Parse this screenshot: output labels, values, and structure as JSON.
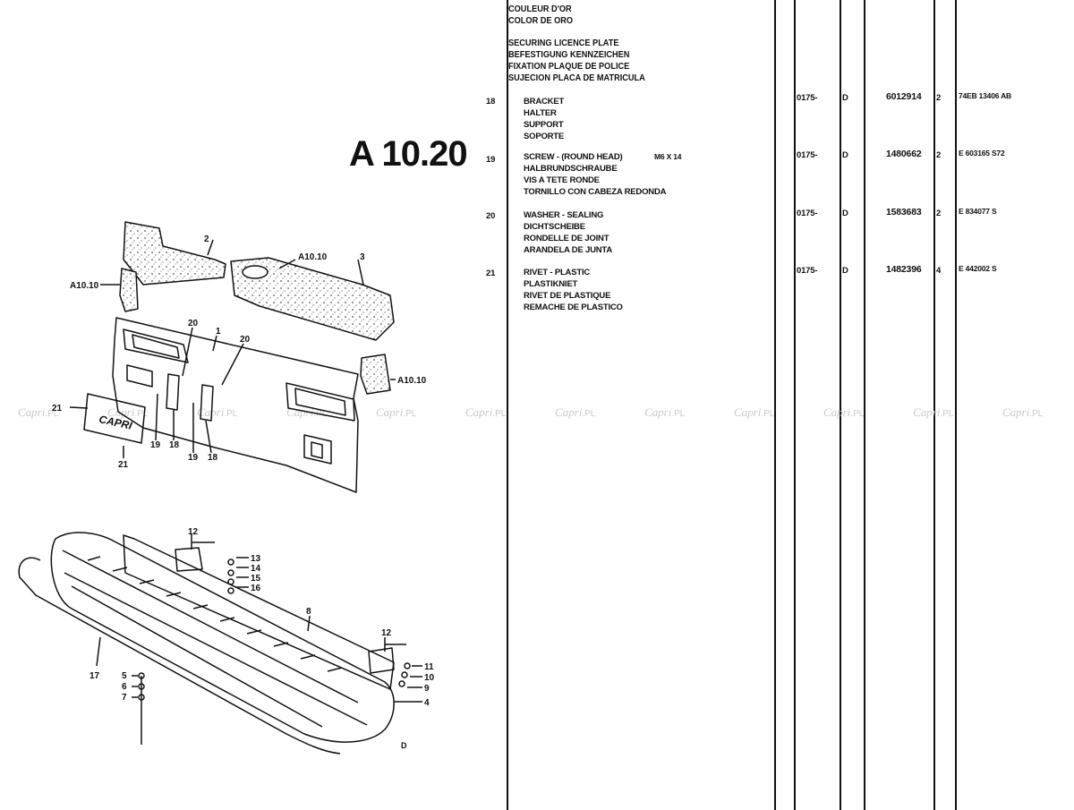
{
  "code": "A 10.20",
  "header_lines": [
    "COULEUR D'OR",
    "COLOR DE ORO"
  ],
  "section_lines": [
    "SECURING LICENCE PLATE",
    "BEFESTIGUNG KENNZEICHEN",
    "FIXATION PLAQUE DE POLICE",
    "SUJECION PLACA DE MATRICULA"
  ],
  "parts": [
    {
      "ref": "18",
      "names": [
        "BRACKET",
        "HALTER",
        "SUPPORT",
        "SOPORTE"
      ],
      "spec": "",
      "date": "0175-",
      "type": "D",
      "part_no": "6012914",
      "qty": "2",
      "eng_no": "74EB 13406 AB"
    },
    {
      "ref": "19",
      "names": [
        "SCREW - (ROUND HEAD)",
        "HALBRUNDSCHRAUBE",
        "VIS A TETE RONDE",
        "TORNILLO CON CABEZA REDONDA"
      ],
      "spec": "M6 X 14",
      "date": "0175-",
      "type": "D",
      "part_no": "1480662",
      "qty": "2",
      "eng_no": "E 603165 S72"
    },
    {
      "ref": "20",
      "names": [
        "WASHER - SEALING",
        "DICHTSCHEIBE",
        "RONDELLE DE JOINT",
        "ARANDELA DE JUNTA"
      ],
      "spec": "",
      "date": "0175-",
      "type": "D",
      "part_no": "1583683",
      "qty": "2",
      "eng_no": "E 834077 S"
    },
    {
      "ref": "21",
      "names": [
        "RIVET - PLASTIC",
        "PLASTIKNIET",
        "RIVET DE PLASTIQUE",
        "REMACHE DE PLASTICO"
      ],
      "spec": "",
      "date": "0175-",
      "type": "D",
      "part_no": "1482396",
      "qty": "4",
      "eng_no": "E 442002 S"
    }
  ],
  "watermark": {
    "script": "Capri",
    "suffix": ".PL"
  },
  "diagram": {
    "top_labels": {
      "a1010_left": "A10.10",
      "a1010_mid": "A10.10",
      "a1010_right": "A10.10",
      "n1": "1",
      "n2": "2",
      "n3": "3",
      "n20a": "20",
      "n20b": "20",
      "n21a": "21",
      "n21b": "21",
      "n19a": "19",
      "n18a": "18",
      "n19b": "19",
      "n18b": "18",
      "plate": "CAPRI"
    },
    "bottom_labels": {
      "n4": "4",
      "n5": "5",
      "n6": "6",
      "n7": "7",
      "n8": "8",
      "n9": "9",
      "n10": "10",
      "n11": "11",
      "n12a": "12",
      "n12b": "12",
      "n13": "13",
      "n14": "14",
      "n15": "15",
      "n16": "16",
      "n17": "17",
      "d": "D"
    }
  }
}
